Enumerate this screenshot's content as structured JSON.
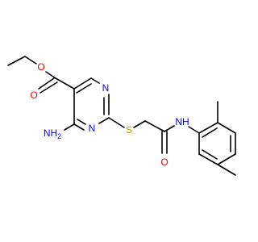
{
  "molecule": {
    "atoms": {
      "ester_O1": {
        "symbol": "O",
        "color": "#ff0000"
      },
      "ester_O2": {
        "symbol": "O",
        "color": "#ff0000"
      },
      "ring_N1": {
        "symbol": "N",
        "color": "#0000ff"
      },
      "ring_N3": {
        "symbol": "N",
        "color": "#0000ff"
      },
      "amine": {
        "symbol": "NH",
        "sub": "2",
        "color": "#0000ff"
      },
      "sulfur": {
        "symbol": "S",
        "color": "#b3a400"
      },
      "amide_O": {
        "symbol": "O",
        "color": "#ff0000"
      },
      "amide_N": {
        "symbol": "NH",
        "color": "#0000ff"
      }
    },
    "colors": {
      "bond": "#000000",
      "carbon_bond": "#000000",
      "background": "#ffffff"
    }
  }
}
